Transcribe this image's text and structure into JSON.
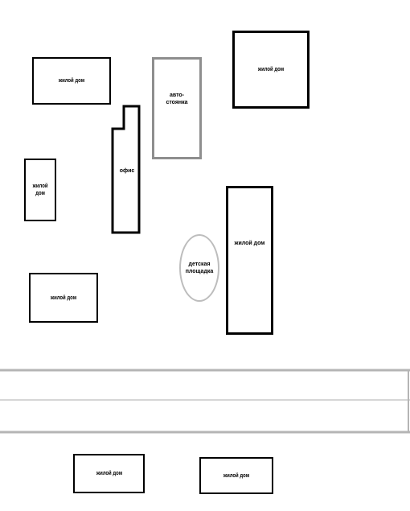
{
  "map": {
    "buildings": [
      {
        "id": "house-topleft",
        "label": "жилой дом"
      },
      {
        "id": "parking",
        "label": "авто-\nстоянка"
      },
      {
        "id": "house-topright",
        "label": "жилой дом"
      },
      {
        "id": "house-left",
        "label": "жилой\nдом"
      },
      {
        "id": "office",
        "label": "офис"
      },
      {
        "id": "playground",
        "label": "детская\nплощадка"
      },
      {
        "id": "house-center",
        "label": "жилой дом"
      },
      {
        "id": "house-lower",
        "label": "жилой дом"
      },
      {
        "id": "house-bottom-1",
        "label": "жилой дом"
      },
      {
        "id": "house-bottom-2",
        "label": "жилой дом"
      }
    ],
    "colors": {
      "outline": "#000000",
      "parking_outline": "#8e8e8e",
      "playground_outline": "#bdbdbd",
      "road_lines": "#b5b5b5",
      "background": "#ffffff"
    }
  }
}
